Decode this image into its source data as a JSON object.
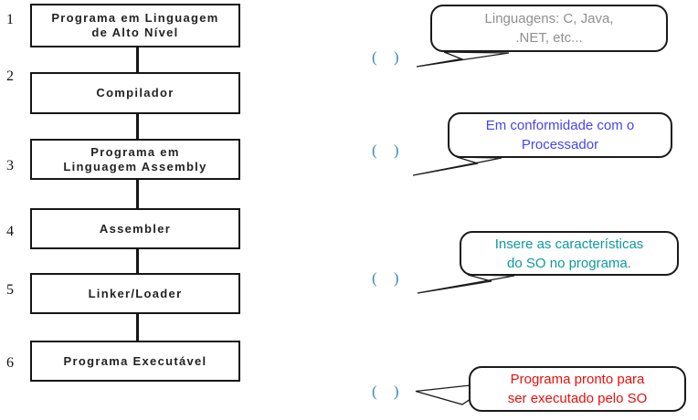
{
  "flowchart": {
    "steps": [
      {
        "number": "1",
        "label": "Programa em Linguagem\nde Alto Nível"
      },
      {
        "number": "2",
        "label": "Compilador"
      },
      {
        "number": "3",
        "label": "Programa em\nLinguagem Assembly"
      },
      {
        "number": "4",
        "label": "Assembler"
      },
      {
        "number": "5",
        "label": "Linker/Loader"
      },
      {
        "number": "6",
        "label": "Programa Executável"
      }
    ]
  },
  "callouts": [
    {
      "answer": "( )",
      "text": "Linguagens: C, Java,\n.NET, etc...",
      "color": "#8f8f8f"
    },
    {
      "answer": "( )",
      "text": "Em conformidade com o\nProcessador",
      "color": "#4646ee"
    },
    {
      "answer": "( )",
      "text": "Insere as características\ndo SO no programa.",
      "color": "#0d9a9f"
    },
    {
      "answer": "( )",
      "text": "Programa pronto para\nser executado pelo SO",
      "color": "#e8100c"
    }
  ],
  "colors": {
    "answer_parens": "#3b85bb",
    "outline": "#1a1a1a",
    "box_text": "#232323"
  }
}
